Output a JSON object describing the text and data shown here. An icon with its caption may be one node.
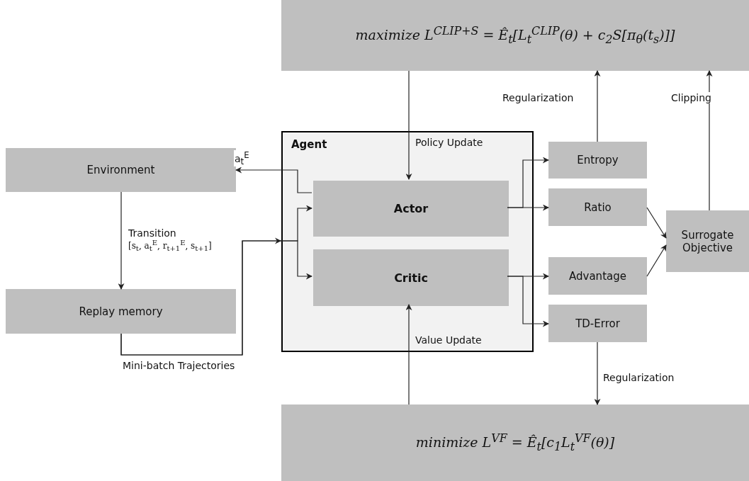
{
  "diagram": {
    "nodes": [
      {
        "text": [
          "maximize L$^{CLIP+S}$ = Ê$_{t}$[L$_{t}$$^{CLIP}$(θ) + c$_{2}$S[π$_{θ}$(t$_{s}$)]]"
        ]
      },
      {
        "text": [
          "Agent"
        ]
      },
      {
        "text": [
          "Actor"
        ],
        "in": 1
      },
      {
        "text": [
          "Critic"
        ],
        "in": 1
      },
      {
        "text": [
          "Environment"
        ]
      },
      {
        "text": [
          "Replay memory"
        ]
      },
      {
        "text": [
          "Entropy"
        ]
      },
      {
        "text": [
          "Ratio"
        ]
      },
      {
        "text": [
          "Advantage"
        ]
      },
      {
        "text": [
          "TD-Error"
        ]
      },
      {
        "text": [
          "Surrogate Objective"
        ]
      },
      {
        "text": [
          "minimize L$^{VF}$ = Ê$_{t}$[c$_{1}$L$_{t}$$^{VF}$(θ)]"
        ]
      }
    ],
    "edges": [
      {
        "from": 0,
        "to": 2,
        "arrow": "to",
        "label": "Policy Update"
      },
      {
        "from": 2,
        "to": 4,
        "arrow": "to",
        "label": "a$_{t}$$^{E}$"
      },
      {
        "from": 4,
        "to": 5,
        "arrow": "to",
        "label": "Transition [s$_{t}$, a$_{t}$$^{E}$, r$_{t+1}$$^{E}$, s$_{t+1}$]"
      },
      {
        "from": 5,
        "to": 2,
        "arrow": "to",
        "label": "Mini-batch Trajectories"
      },
      {
        "from": 5,
        "to": 3,
        "arrow": "to"
      },
      {
        "from": 2,
        "to": 6,
        "arrow": "to"
      },
      {
        "from": 2,
        "to": 7,
        "arrow": "to"
      },
      {
        "from": 3,
        "to": 8,
        "arrow": "to"
      },
      {
        "from": 3,
        "to": 9,
        "arrow": "to"
      },
      {
        "from": 6,
        "to": 0,
        "arrow": "to",
        "label": "Regularization"
      },
      {
        "from": 7,
        "to": 10,
        "arrow": "to"
      },
      {
        "from": 8,
        "to": 10,
        "arrow": "to"
      },
      {
        "from": 10,
        "to": 0,
        "arrow": "to",
        "label": "Clipping"
      },
      {
        "from": 11,
        "to": 3,
        "arrow": "to",
        "label": "Value Update"
      },
      {
        "from": 9,
        "to": 11,
        "arrow": "to",
        "label": "Regularization"
      }
    ]
  }
}
